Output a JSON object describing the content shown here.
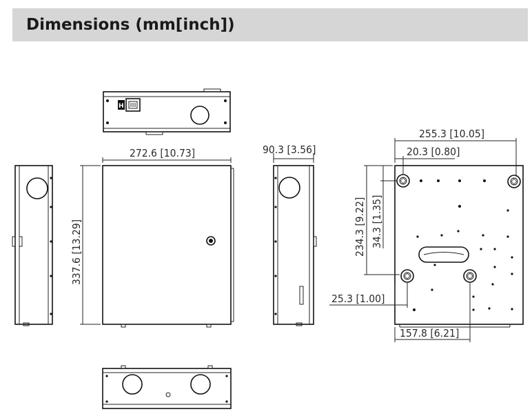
{
  "header": {
    "title": "Dimensions (mm[inch])"
  },
  "dimensions": {
    "front_width": "272.6 [10.73]",
    "front_height": "337.6 [13.29]",
    "side_depth": "90.3 [3.56]",
    "back_hole_span_width": "255.3 [10.05]",
    "back_hole_offset_x": "20.3 [0.80]",
    "back_hole_span_height": "234.3 [9.22]",
    "back_hole_offset_y": "34.3 [1.35]",
    "back_lower_hole_offset_x": "25.3 [1.00]",
    "back_lower_hole_span": "157.8 [6.21]"
  }
}
